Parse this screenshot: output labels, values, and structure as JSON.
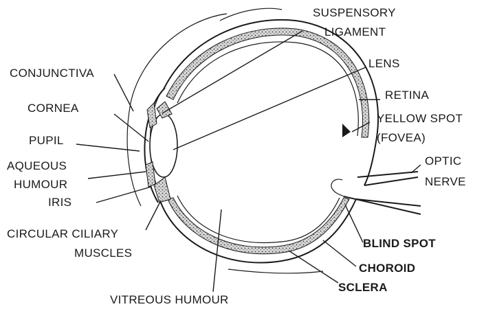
{
  "diagram": {
    "labels": {
      "suspensory_1": "SUSPENSORY",
      "suspensory_2": "LIGAMENT",
      "lens": "LENS",
      "conjunctiva": "CONJUNCTIVA",
      "retina": "RETINA",
      "cornea": "CORNEA",
      "yellow_spot_1": "YELLOW SPOT",
      "yellow_spot_2": "(FOVEA)",
      "pupil": "PUPIL",
      "aqueous_1": "AQUEOUS",
      "aqueous_2": "HUMOUR",
      "optic_1": "OPTIC",
      "optic_2": "NERVE",
      "iris": "IRIS",
      "ciliary_1": "CIRCULAR CILIARY",
      "ciliary_2": "MUSCLES",
      "blind_spot": "BLIND SPOT",
      "choroid": "CHOROID",
      "sclera": "SCLERA",
      "vitreous": "VITREOUS HUMOUR"
    }
  }
}
